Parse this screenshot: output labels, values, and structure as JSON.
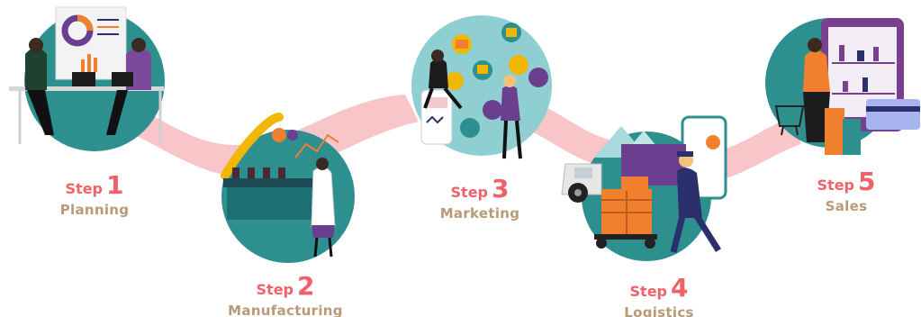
{
  "colors": {
    "ribbon": "#f8c6c8",
    "circle": "#2e8f8f",
    "circle_light": "#8fcfd1",
    "step_text": "#f0616a",
    "name_text": "#b89a78",
    "accent_orange": "#f07f2e",
    "accent_purple": "#6b3f8f",
    "navy": "#2b2f6b"
  },
  "steps": [
    {
      "word": "Step",
      "number": "1",
      "name": "Planning"
    },
    {
      "word": "Step",
      "number": "2",
      "name": "Manufacturing"
    },
    {
      "word": "Step",
      "number": "3",
      "name": "Marketing"
    },
    {
      "word": "Step",
      "number": "4",
      "name": "Logistics"
    },
    {
      "word": "Step",
      "number": "5",
      "name": "Sales"
    }
  ],
  "icons": [
    "planning-illustration",
    "manufacturing-illustration",
    "marketing-illustration",
    "logistics-illustration",
    "sales-illustration"
  ]
}
